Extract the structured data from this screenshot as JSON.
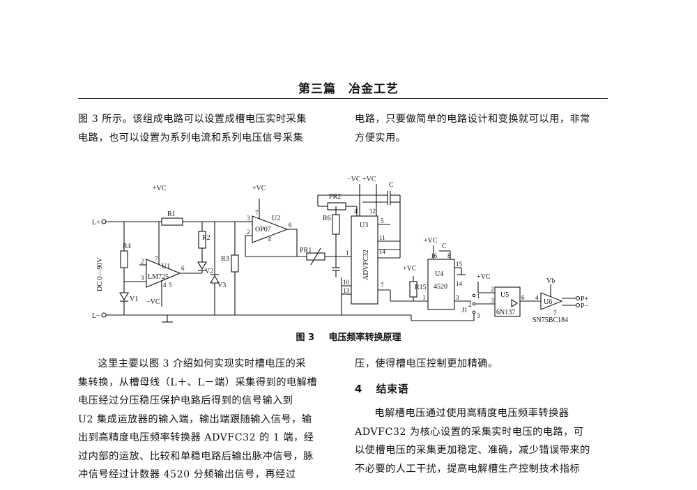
{
  "header": {
    "title": "第三篇　冶金工艺"
  },
  "col_left_top": [
    "图 3 所示。该组成电路可以设置成槽电压实时采集",
    "电路，也可以设置为系列电流和系列电压信号采集"
  ],
  "col_right_top": [
    "电路，只要做简单的电路设计和变换就可以用，非常",
    "方便实用。"
  ],
  "figure": {
    "caption_num": "图 3",
    "caption_title": "电压频率转换原理",
    "labels": {
      "vc1": "+VC",
      "vc2": "+VC",
      "vc_top": "−VC +VC",
      "c_top": "C",
      "r1": "R1",
      "r2": "R2",
      "r3": "R3",
      "r4": "R4",
      "r6": "R6",
      "r15": "R15",
      "pr1": "PR1",
      "pr2": "PR2",
      "u1": "U1",
      "lm725": "LM725",
      "u2": "U2",
      "op07": "OP07",
      "u3": "U3",
      "advfc32": "ADVFC32",
      "u4": "U4",
      "u4b": "4520",
      "u5": "U5",
      "n137": "6N137",
      "u6": "U6",
      "sn75": "SN75BC184",
      "v1": "V1",
      "v2": "V2",
      "v3": "V3",
      "l_plus": "L+",
      "l_minus": "L−",
      "dc": "DC 0—90V",
      "minus_vc": "−VC",
      "vc3": "+VC",
      "vc4": "+VC",
      "vc5": "+VC",
      "vb": "Vb",
      "c2": "C",
      "j1": "J1",
      "p_plus": "P+",
      "p_minus": "P−",
      "p2": "2",
      "p3": "3",
      "p6": "6",
      "p7": "7",
      "p4": "4",
      "u2p7": "7",
      "u2p3": "3",
      "u2p2": "2",
      "u2p6": "6",
      "u2p4": "4",
      "u3p4": "4",
      "u3p12": "12",
      "u3p5": "5",
      "u3p11": "11",
      "u3p14": "14",
      "u3p1": "1",
      "u3p10": "10",
      "u3p13": "13",
      "u3p7": "7",
      "u4p16": "16",
      "u4p8": "8",
      "u4p15": "15",
      "u4p14": "14",
      "u4p1": "1",
      "u4p3": "3",
      "u5p2": "2",
      "u5p3": "3",
      "u5p6": "6",
      "u6p4": "4",
      "u6p7": "7",
      "u1p5": "5",
      "j1p1": "1",
      "j1p2": "2",
      "j1p3": "3"
    }
  },
  "col_left_bottom": [
    "这里主要以图 3 介绍如何实现实时槽电压的采",
    "集转换，从槽母线（L＋、L－端）采集得到的电解槽",
    "电压经过分压稳压保护电路后得到的信号输入到",
    "U2 集成运放器的输入端，输出端跟随输入信号，输",
    "出到高精度电压频率转换器 ADVFC32 的 1 端，经",
    "过内部的运放、比较和单稳电路后输出脉冲信号，脉",
    "冲信号经过计数器 4520 分频输出信号，再经过"
  ],
  "col_right_bottom": {
    "line1": "压，使得槽电压控制更加精确。",
    "section_num": "4",
    "section_title": "结束语",
    "para": [
      "电解槽电压通过使用高精度电压频率转换器",
      "ADVFC32 为核心设置的采集实时电压的电路，可",
      "以使槽电压的采集更加稳定、准确，减少错误带来的",
      "不必要的人工干扰，提高电解槽生产控制技术指标"
    ]
  }
}
